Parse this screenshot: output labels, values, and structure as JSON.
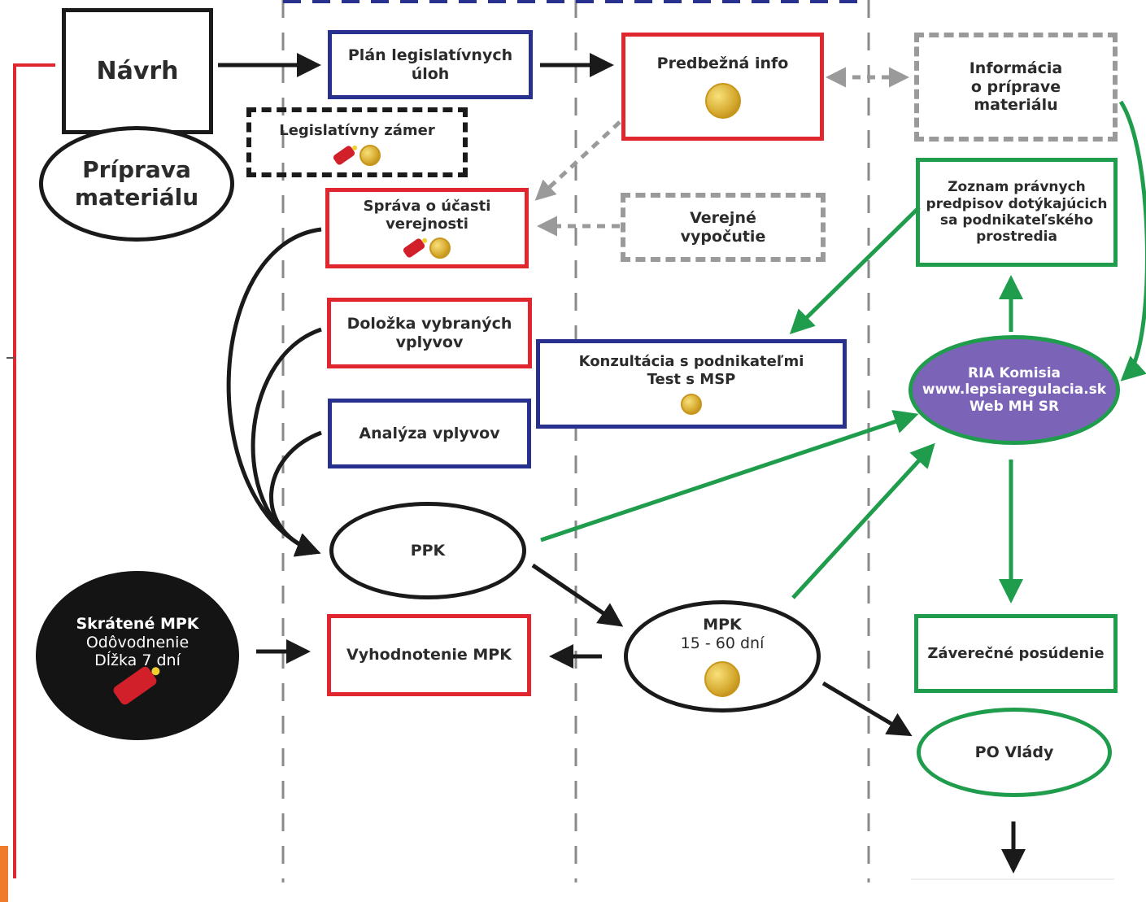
{
  "nodes": {
    "navrh": "Návrh",
    "priprava": [
      "Príprava",
      "materiálu"
    ],
    "plan": [
      "Plán legislatívnych",
      "úloh"
    ],
    "predbezna": "Predbežná info",
    "informacia": [
      "Informácia",
      "o príprave",
      "materiálu"
    ],
    "zamer": "Legislatívny zámer",
    "sprava": [
      "Správa o účasti",
      "verejnosti"
    ],
    "verejne": [
      "Verejné",
      "vypočutie"
    ],
    "zoznam": [
      "Zoznam právnych",
      "predpisov dotýkajúcich",
      "sa podnikateľského",
      "prostredia"
    ],
    "dolozka": [
      "Doložka vybraných",
      "vplyvov"
    ],
    "konzultacia": [
      "Konzultácia s podnikateľmi",
      "Test s MSP"
    ],
    "analyza": "Analýza vplyvov",
    "ria": [
      "RIA Komisia",
      "www.lepsiaregulacia.sk",
      "Web MH SR"
    ],
    "ppk": "PPK",
    "skratene": [
      "Skrátené MPK",
      "Odôvodnenie",
      "Dĺžka 7 dní"
    ],
    "vyhodnotenie": "Vyhodnotenie MPK",
    "mpk": [
      "MPK",
      "15 - 60 dní"
    ],
    "zaverecne": "Záverečné posúdenie",
    "po_vlady": "PO Vlády"
  },
  "colors": {
    "red": "#e0262f",
    "blue": "#29318e",
    "green": "#1f9d4c",
    "gray": "#9a9a9a",
    "black": "#1a1a1a",
    "ria_fill": "#7b63b8"
  }
}
